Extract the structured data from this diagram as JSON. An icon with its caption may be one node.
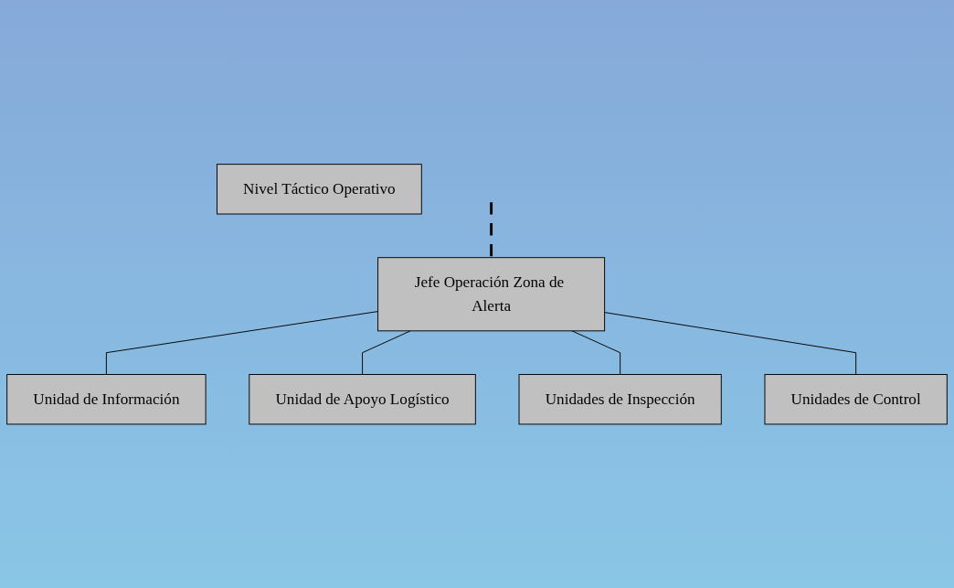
{
  "diagram": {
    "nodes": [
      {
        "text": [
          "Nivel Táctico Operativo"
        ]
      },
      {
        "text": [
          "Jefe Operación Zona de Alerta"
        ]
      },
      {
        "text": [
          "Unidad de Información"
        ]
      },
      {
        "text": [
          "Unidad de Apoyo Logístico"
        ]
      },
      {
        "text": [
          "Unidades de Inspección"
        ]
      },
      {
        "text": [
          "Unidades de Control"
        ]
      }
    ],
    "edges": [
      {
        "from": null,
        "to": 1,
        "arrow": "none",
        "style": "dashed"
      },
      {
        "from": 1,
        "to": 2,
        "arrow": "none"
      },
      {
        "from": 1,
        "to": 3,
        "arrow": "none"
      },
      {
        "from": 1,
        "to": 4,
        "arrow": "none"
      },
      {
        "from": 1,
        "to": 5,
        "arrow": "none"
      }
    ]
  }
}
